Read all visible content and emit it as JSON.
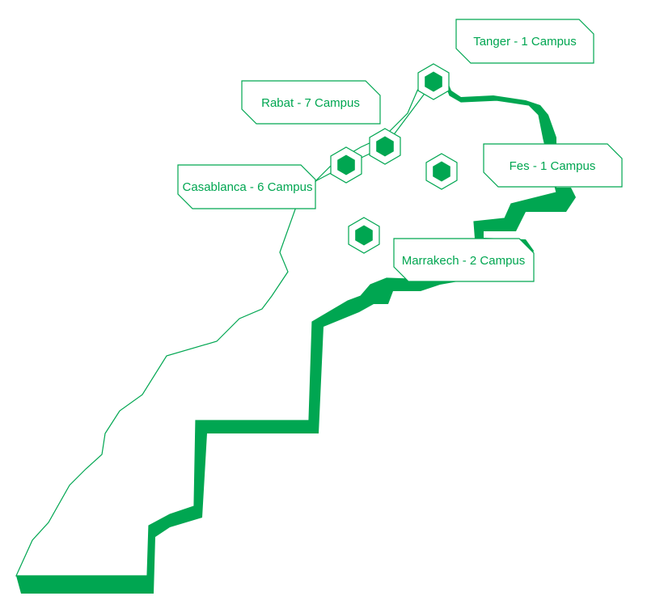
{
  "colors": {
    "accent": "#00a651",
    "outline": "#00a651",
    "background": "#ffffff"
  },
  "map": {
    "labels": {
      "tanger": "Tanger - 1 Campus",
      "rabat": "Rabat - 7 Campus",
      "casablanca": "Casablanca - 6 Campus",
      "fes": "Fes - 1 Campus",
      "marrakech": "Marrakech - 2 Campus"
    }
  }
}
